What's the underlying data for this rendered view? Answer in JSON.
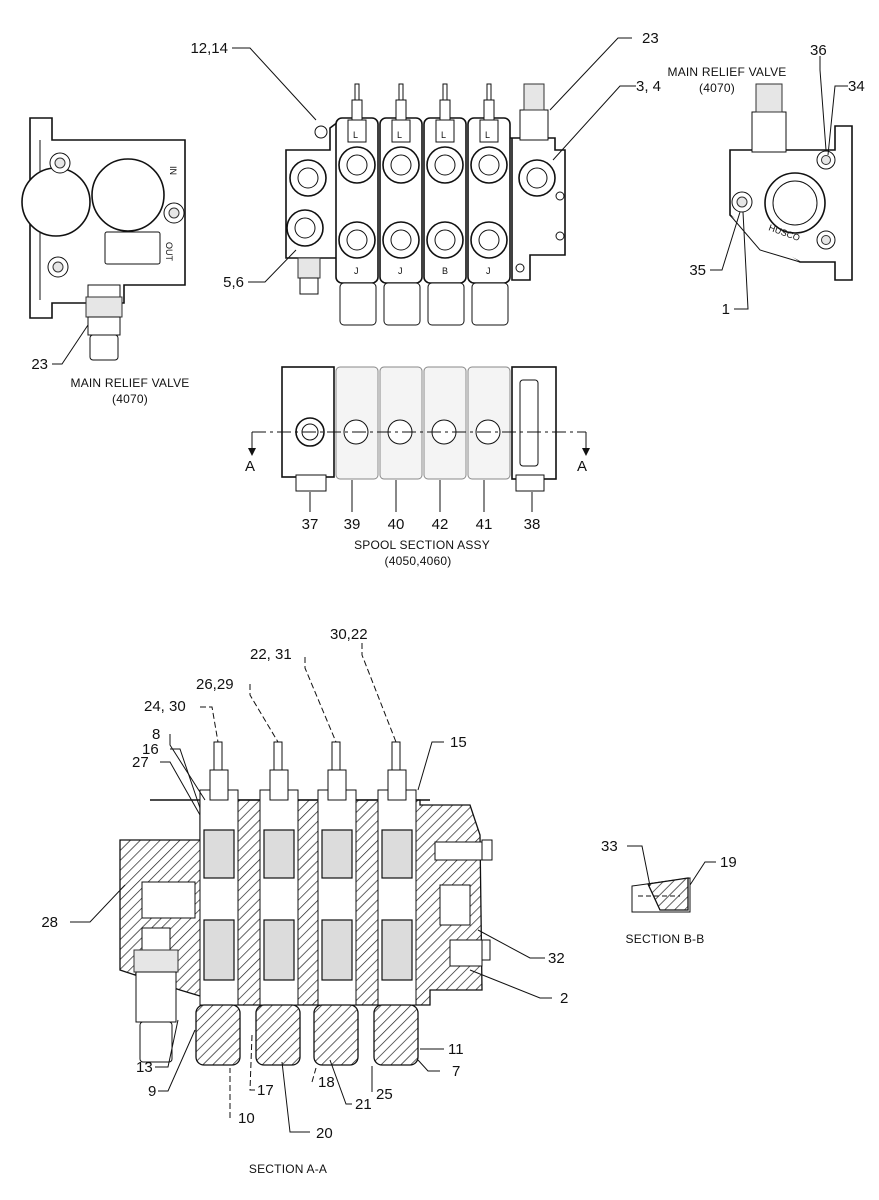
{
  "captions": {
    "relief_left_title": "MAIN RELIEF VALVE",
    "relief_left_code": "(4070)",
    "relief_right_title": "MAIN RELIEF VALVE",
    "relief_right_code": "(4070)",
    "spool_title": "SPOOL SECTION ASSY",
    "spool_code": "(4050,4060)",
    "section_bb": "SECTION B-B",
    "section_aa": "SECTION A-A"
  },
  "port_markings": {
    "in": "IN",
    "out": "OUT",
    "brand": "HUSCO",
    "handle_marks": [
      "L",
      "L",
      "L",
      "L"
    ],
    "spool_marks": [
      "J",
      "J",
      "B",
      "J"
    ]
  },
  "section_markers": {
    "left": "A",
    "right": "A"
  },
  "callouts": {
    "c_12_14": "12,14",
    "c_23_top": "23",
    "c_3_4": "3, 4",
    "c_5_6": "5,6",
    "c_23_left": "23",
    "c_36": "36",
    "c_34": "34",
    "c_35": "35",
    "c_1": "1",
    "c_37": "37",
    "c_39": "39",
    "c_40": "40",
    "c_42": "42",
    "c_41": "41",
    "c_38": "38",
    "c_30_22": "30,22",
    "c_22_31": "22, 31",
    "c_26_29": "26,29",
    "c_24_30": "24, 30",
    "c_8": "8",
    "c_16": "16",
    "c_27": "27",
    "c_15": "15",
    "c_28": "28",
    "c_32": "32",
    "c_2": "2",
    "c_11": "11",
    "c_7": "7",
    "c_13": "13",
    "c_9": "9",
    "c_10": "10",
    "c_17": "17",
    "c_18": "18",
    "c_21": "21",
    "c_25": "25",
    "c_20": "20",
    "c_33": "33",
    "c_19": "19"
  }
}
